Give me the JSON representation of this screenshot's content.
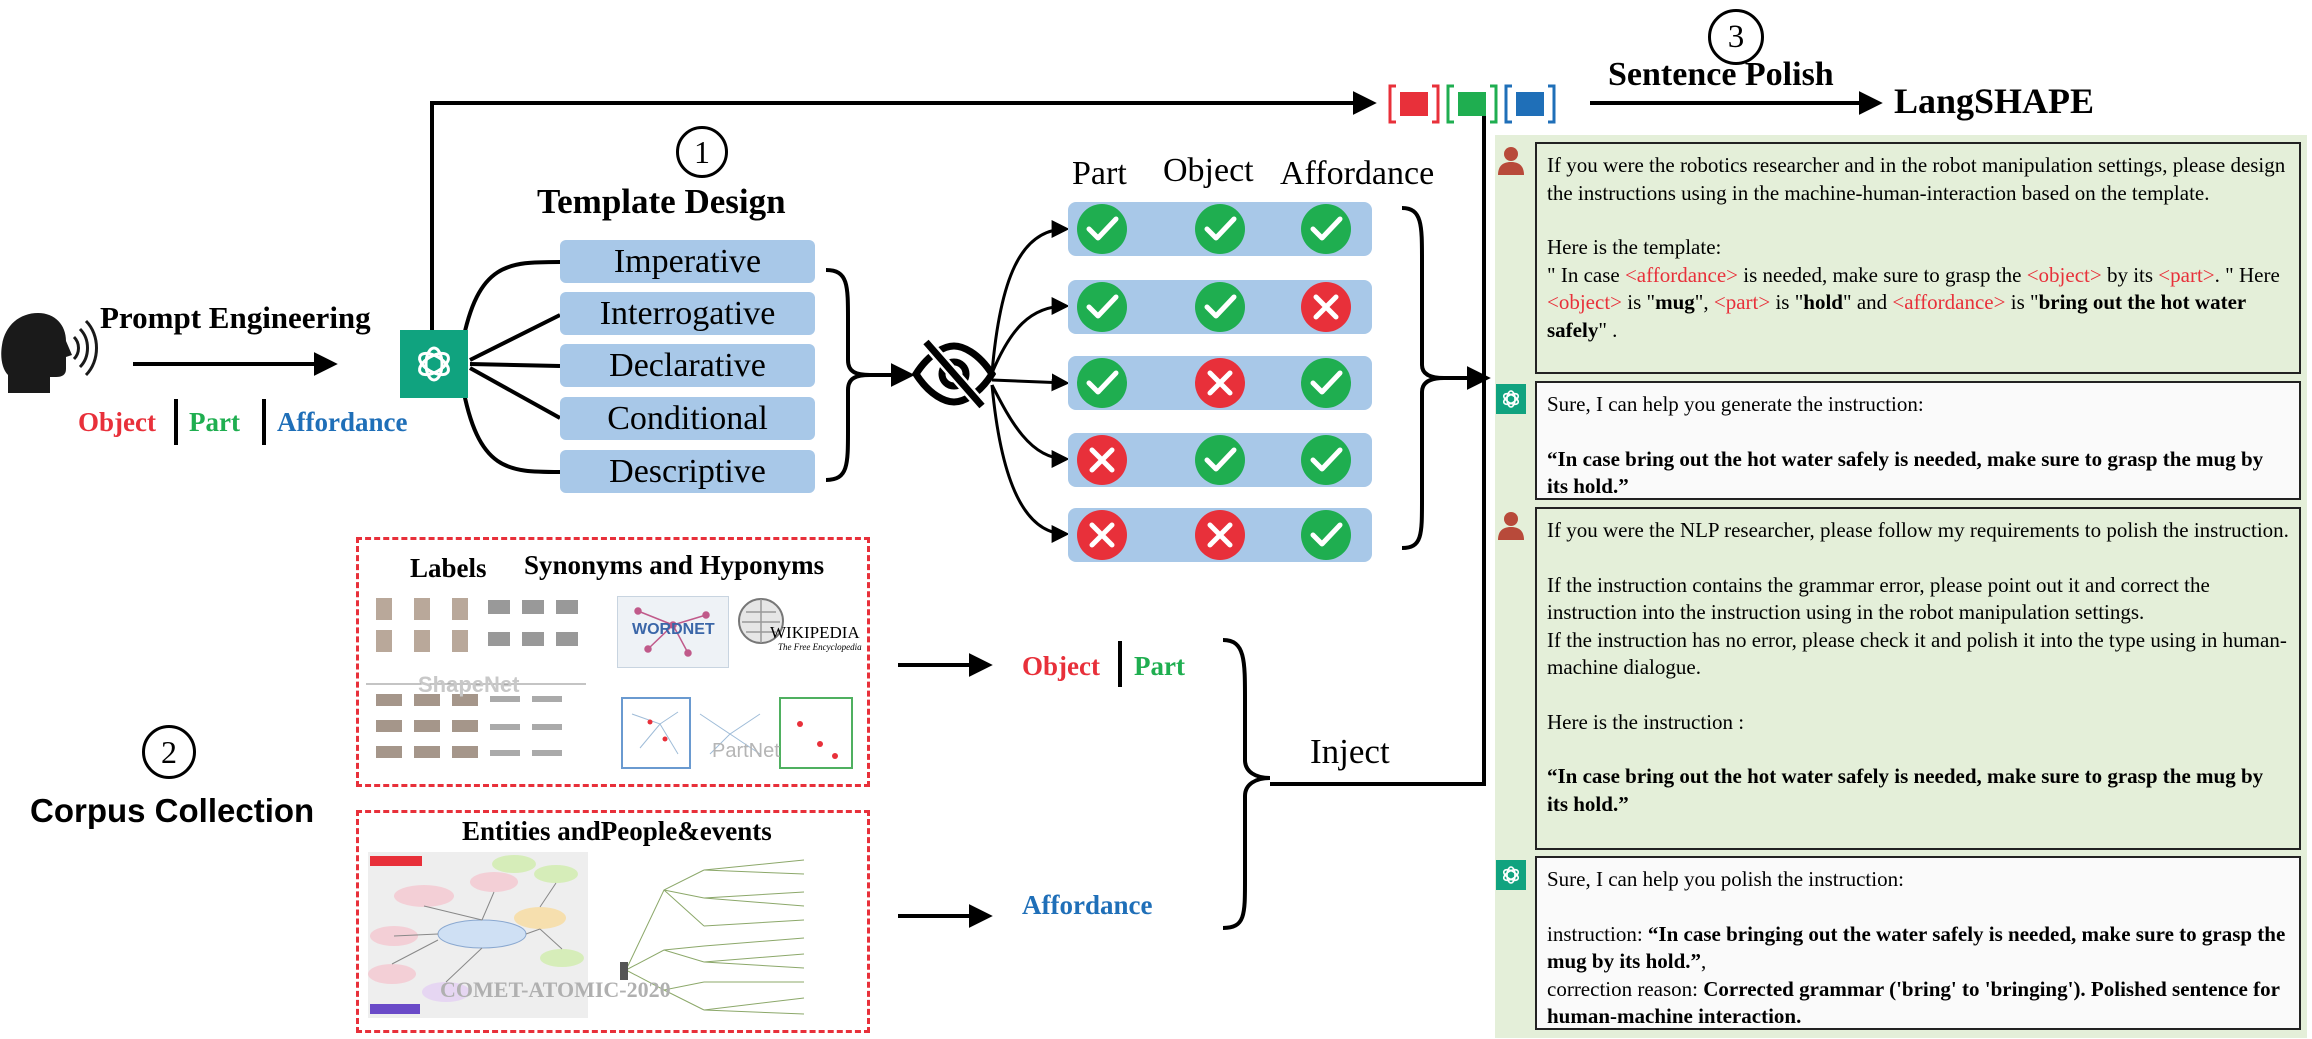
{
  "prompt_engineering": {
    "title": "Prompt Engineering",
    "tags": [
      "Object",
      "Part",
      "Affordance"
    ]
  },
  "template_design": {
    "step": "1",
    "title": "Template Design",
    "items": [
      "Imperative",
      "Interrogative",
      "Declarative",
      "Conditional",
      "Descriptive"
    ]
  },
  "matrix": {
    "headers": [
      "Part",
      "Object",
      "Affordance"
    ],
    "rows": [
      [
        true,
        true,
        true
      ],
      [
        true,
        true,
        false
      ],
      [
        true,
        false,
        true
      ],
      [
        false,
        true,
        true
      ],
      [
        false,
        false,
        true
      ]
    ]
  },
  "sentence_polish": {
    "step": "3",
    "title": "Sentence Polish",
    "output": "LangSHAPE"
  },
  "corpus": {
    "step": "2",
    "title": "Corpus Collection",
    "box1_labels_title": "Labels",
    "box1_syn_title": "Synonyms and Hyponyms",
    "shapenet": "ShapeNet",
    "wordnet": "WORDNET",
    "wikipedia": "WIKIPEDIA",
    "wikipedia_sub": "The Free Encyclopedia",
    "partnet": "PartNet",
    "box2_title": "Entities andPeople&events",
    "comet": "COMET-ATOMIC-2020",
    "out_object": "Object",
    "out_part": "Part",
    "out_affordance": "Affordance",
    "inject": "Inject"
  },
  "chat": {
    "msg1": {
      "p1": "If you were the robotics researcher and in the robot manipulation settings, please design the instructions using in the machine-human-interaction based on the template.",
      "p2": "Here is the template:",
      "t1": "\" In case ",
      "t_aff": "<affordance>",
      "t2": " is needed, make sure to grasp the ",
      "t_obj": "<object>",
      "t3": " by its ",
      "t_part": "<part>",
      "t4": ". \"",
      "h1": "Here ",
      "h_obj": "<object>",
      "h2": " is \"",
      "h_mug": "mug",
      "h3": "\", ",
      "h_part": "<part>",
      "h4": " is \"",
      "h_hold": "hold",
      "h5": "\" and ",
      "h_aff": "<affordance>",
      "h6": " is \"",
      "h_bring": "bring out the hot water safely",
      "h7": "\" ."
    },
    "msg2": {
      "p1": "Sure, I can help you generate the instruction:",
      "p2": "“In case bring out the hot water safely is needed, make sure to grasp the mug by its hold.”"
    },
    "msg3": {
      "p1": "If you were the NLP researcher, please follow my requirements to polish the instruction.",
      "p2": "If the instruction contains the grammar error, please point out it and correct the instruction into the instruction using in the robot manipulation settings.",
      "p3": "If the instruction has no error, please check it and polish it into the type using in human-machine dialogue.",
      "p4": "Here is the instruction :",
      "p5": "“In case bring out the hot water safely is needed, make sure to grasp the mug by its hold.”"
    },
    "msg4": {
      "p1": "Sure, I can help you polish the instruction:",
      "i_label": "instruction: ",
      "i_text": "“In case bringing out the water safely is needed, make sure to grasp the mug by its hold.”",
      "i_end": ",",
      "c_label": "correction reason: ",
      "c_text": "Corrected grammar ('bring' to 'bringing'). Polished sentence for human-machine interaction."
    }
  },
  "colors": {
    "object": "#e8303a",
    "part": "#1fae50",
    "affordance": "#1f6fb8",
    "box_blue": "#a8c8e8",
    "chat_bg": "#e4efd9",
    "gpt_teal": "#10a37f"
  }
}
